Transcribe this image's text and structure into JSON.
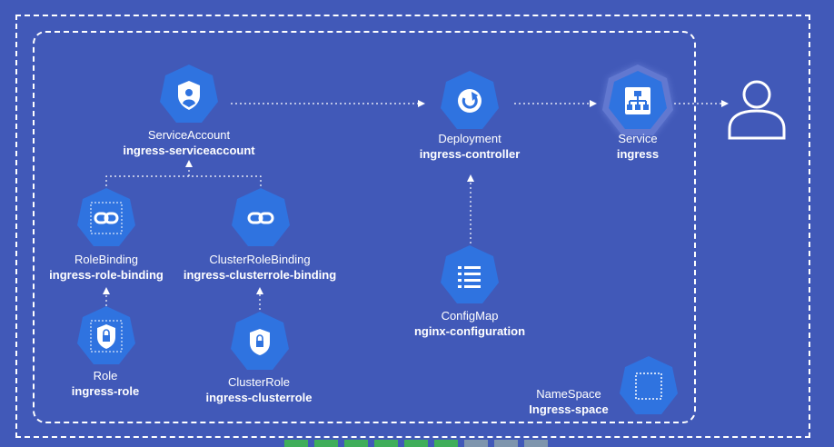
{
  "nodes": {
    "serviceaccount": {
      "type": "ServiceAccount",
      "name": "ingress-serviceaccount"
    },
    "deployment": {
      "type": "Deployment",
      "name": "ingress-controller"
    },
    "service": {
      "type": "Service",
      "name": "ingress"
    },
    "rolebinding": {
      "type": "RoleBinding",
      "name": "ingress-role-binding"
    },
    "clusterrolebinding": {
      "type": "ClusterRoleBinding",
      "name": "ingress-clusterrole-binding"
    },
    "configmap": {
      "type": "ConfigMap",
      "name": "nginx-configuration"
    },
    "role": {
      "type": "Role",
      "name": "ingress-role"
    },
    "clusterrole": {
      "type": "ClusterRole",
      "name": "ingress-clusterrole"
    },
    "namespace": {
      "type": "NameSpace",
      "name": "Ingress-space"
    }
  },
  "icons": {
    "serviceaccount": "shield-user-icon",
    "deployment": "rotate-arrow-icon",
    "service": "network-tree-icon",
    "rolebinding": "link-icon",
    "clusterrolebinding": "link-icon",
    "configmap": "list-icon",
    "role": "lock-icon",
    "clusterrole": "lock-icon",
    "namespace": "dashed-square-icon",
    "user": "user-icon"
  },
  "colors": {
    "background": "#4159b8",
    "hexagon": "#2f73e0",
    "icon": "#ffffff",
    "connector": "#ffffff",
    "legend": [
      "#3fae5a",
      "#3fae5a",
      "#3fae5a",
      "#3fae5a",
      "#3fae5a",
      "#3fae5a",
      "#7e95ad",
      "#7e95ad",
      "#7e95ad"
    ]
  }
}
